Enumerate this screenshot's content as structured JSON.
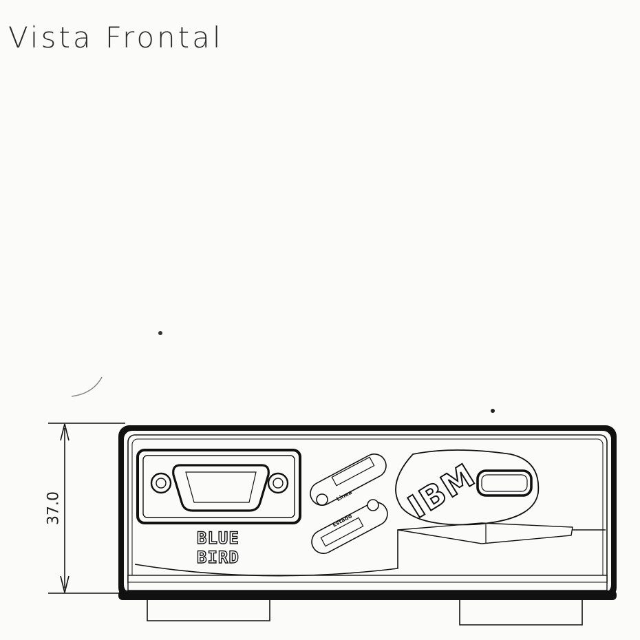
{
  "title": "Vista Frontal",
  "dimension": {
    "height_label": "37.0"
  },
  "logos": {
    "bluebird_line1": "BLUE",
    "bluebird_line2": "BIRD",
    "ibm": "IBM"
  },
  "indicators": {
    "upper_label": "Linea",
    "lower_label": "Estado"
  },
  "colors": {
    "line": "#111111",
    "paper": "#fbfbfa"
  }
}
